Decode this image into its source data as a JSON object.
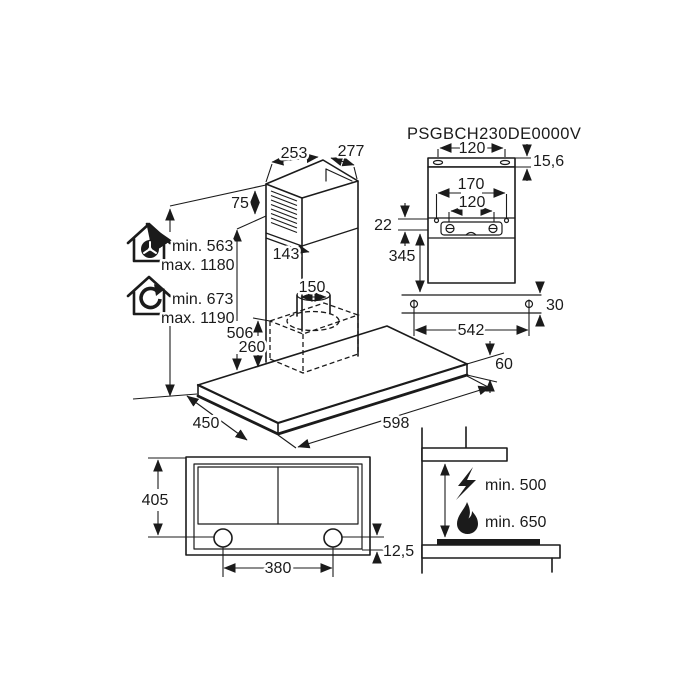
{
  "title": "PSGBCH230DE0000V",
  "colors": {
    "line": "#1b1b1b",
    "background": "#ffffff"
  },
  "perspective_view": {
    "chimney_top_width": "253",
    "chimney_top_depth": "277",
    "vent_height": "75",
    "upper_chimney_depth": "143",
    "duct_diameter": "150",
    "lower_chimney_height": "506",
    "recirculation_box_height": "260",
    "body_depth": "450",
    "body_width": "598",
    "ducted": {
      "min": "min. 563",
      "max": "max. 1180"
    },
    "recirculation": {
      "min": "min. 673",
      "max": "max. 1190"
    }
  },
  "rear_view": {
    "top_slot_spacing": "120",
    "flange_height": "15,6",
    "hole_spacing": "170",
    "screw_spacing": "120",
    "bracket_offset": "22",
    "chimney_height": "345",
    "body_offset": "30",
    "mount_width": "542",
    "body_height": "60"
  },
  "bottom_view": {
    "depth": "405",
    "lamp_spacing": "380",
    "lamp_offset": "12,5"
  },
  "clearance_view": {
    "electric_hob": "min. 500",
    "gas_hob": "min. 650"
  }
}
